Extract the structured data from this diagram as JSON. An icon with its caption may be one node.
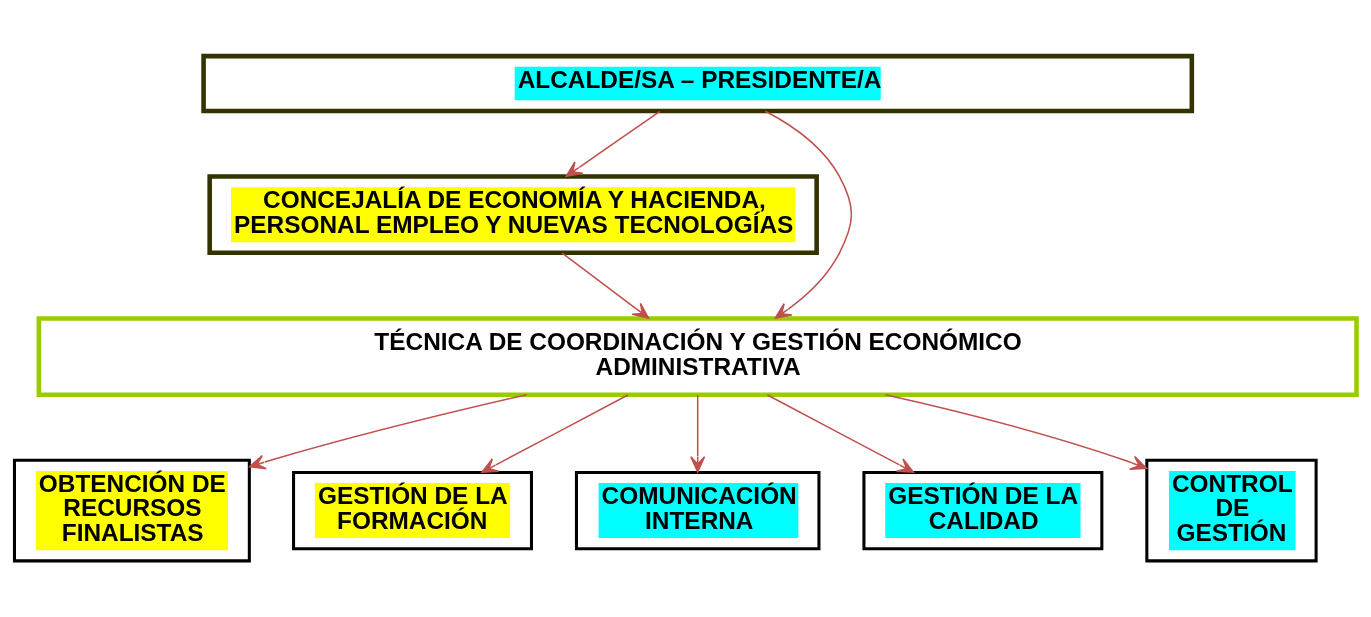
{
  "diagram": {
    "nodes": [
      {
        "text": [
          "ALCALDE/SA – PRESIDENTE/A"
        ]
      },
      {
        "text": [
          "CONCEJALÍA DE ECONOMÍA Y HACIENDA, PERSONAL EMPLEO Y NUEVAS TECNOLOGÍAS"
        ]
      },
      {
        "text": [
          "TÉCNICA DE COORDINACIÓN Y GESTIÓN ECONÓMICO ADMINISTRATIVA"
        ]
      },
      {
        "text": [
          "OBTENCIÓN DE RECURSOS FINALISTAS"
        ]
      },
      {
        "text": [
          "GESTIÓN DE LA FORMACIÓN"
        ]
      },
      {
        "text": [
          "COMUNICACIÓN INTERNA"
        ]
      },
      {
        "text": [
          "GESTIÓN DE LA CALIDAD"
        ]
      },
      {
        "text": [
          "CONTROL DE GESTIÓN"
        ]
      }
    ],
    "edges": [
      {
        "from": 0,
        "to": 1,
        "arrow": "to"
      },
      {
        "from": 1,
        "to": 2,
        "arrow": "to"
      },
      {
        "from": 0,
        "to": 2,
        "arrow": "to"
      },
      {
        "from": 2,
        "to": 3,
        "arrow": "to"
      },
      {
        "from": 2,
        "to": 4,
        "arrow": "to"
      },
      {
        "from": 2,
        "to": 5,
        "arrow": "to"
      },
      {
        "from": 2,
        "to": 6,
        "arrow": "to"
      },
      {
        "from": 2,
        "to": 7,
        "arrow": "to"
      }
    ]
  }
}
